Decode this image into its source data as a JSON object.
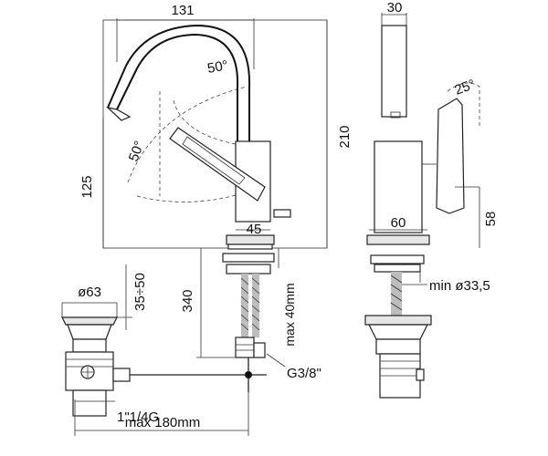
{
  "dimensions": {
    "width_top": "131",
    "body_width_side": "30",
    "height_total": "210",
    "spout_height": "125",
    "lever_angle_front": "50°",
    "lever_angle_left": "50°",
    "lever_angle_side": "25°",
    "base_width_front": "45",
    "base_width_side": "60",
    "lever_height_side": "58",
    "tail_length": "340",
    "max_plate": "max 40mm",
    "thread": "G3/8\"",
    "hole_diameter": "min ø33,5",
    "drain_diameter": "ø63",
    "drain_height": "35÷50",
    "drain_thread": "1\"1/4G",
    "rod_max": "max 180mm"
  }
}
